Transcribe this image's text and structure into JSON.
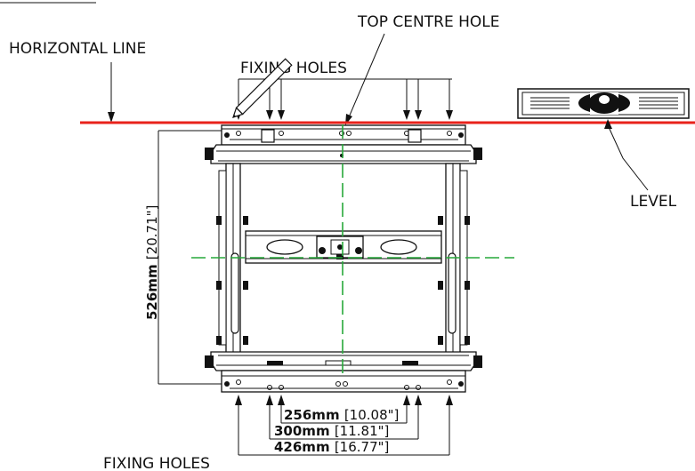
{
  "labels": {
    "top_centre_hole": "TOP CENTRE HOLE",
    "horizontal_line": "HORIZONTAL LINE",
    "fixing_holes_top": "FIXING HOLES",
    "fixing_holes_bottom": "FIXING HOLES",
    "level": "LEVEL"
  },
  "dimensions": {
    "height_mm": "526mm",
    "height_in": "[20.71\"]",
    "spacing": [
      {
        "mm": "256mm",
        "in": "[10.08\"]"
      },
      {
        "mm": "300mm",
        "in": "[11.81\"]"
      },
      {
        "mm": "426mm",
        "in": "[16.77\"]"
      }
    ]
  },
  "colors": {
    "horizontal_line": "#e8221b",
    "centre_line": "#27a83a",
    "drawing": "#111111"
  },
  "icons": {
    "pencil": "pencil-icon",
    "spirit_level": "spirit-level-icon"
  }
}
